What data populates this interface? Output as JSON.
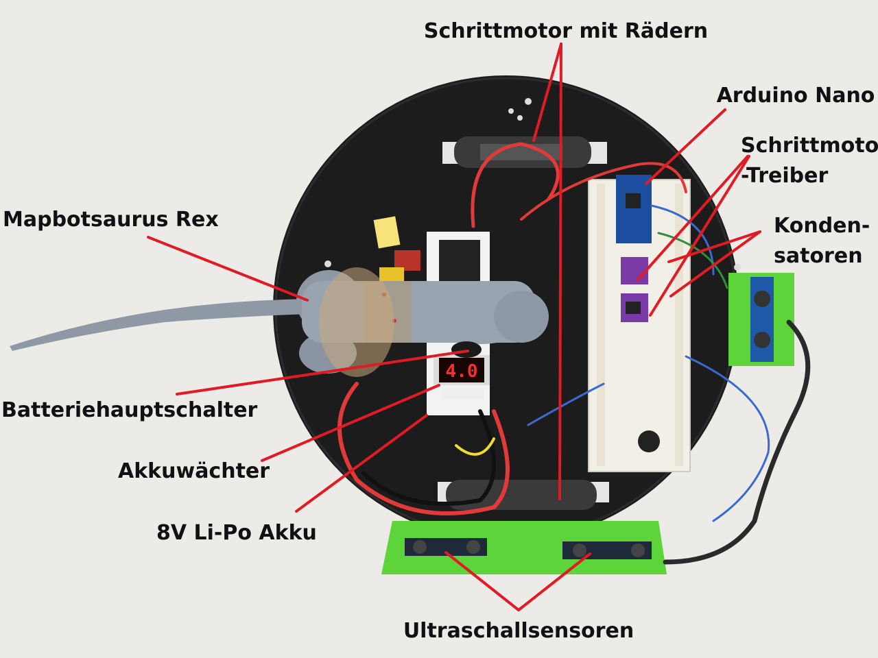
{
  "labels": {
    "stepper_wheels": "Schrittmotor mit Rädern",
    "arduino": "Arduino Nano",
    "driver_line1": "Schrittmotor",
    "driver_line2": "-Treiber",
    "capacitor_line1": "Konden-",
    "capacitor_line2": "satoren",
    "dino": "Mapbotsaurus Rex",
    "main_switch": "Batteriehauptschalter",
    "battery_monitor": "Akkuwächter",
    "battery": "8V Li-Po Akku",
    "ultrasonic": "Ultraschallsensoren"
  },
  "display": {
    "voltage": "4.0"
  },
  "colors": {
    "background": "#ecebe8",
    "chassis": "#1b1b1b",
    "annotation_line": "#e01b24",
    "sensor_board": "#5cd43a",
    "breadboard": "#f1efe6",
    "dino_body": "#8f99a6",
    "led_digits": "#ff2b2b"
  }
}
